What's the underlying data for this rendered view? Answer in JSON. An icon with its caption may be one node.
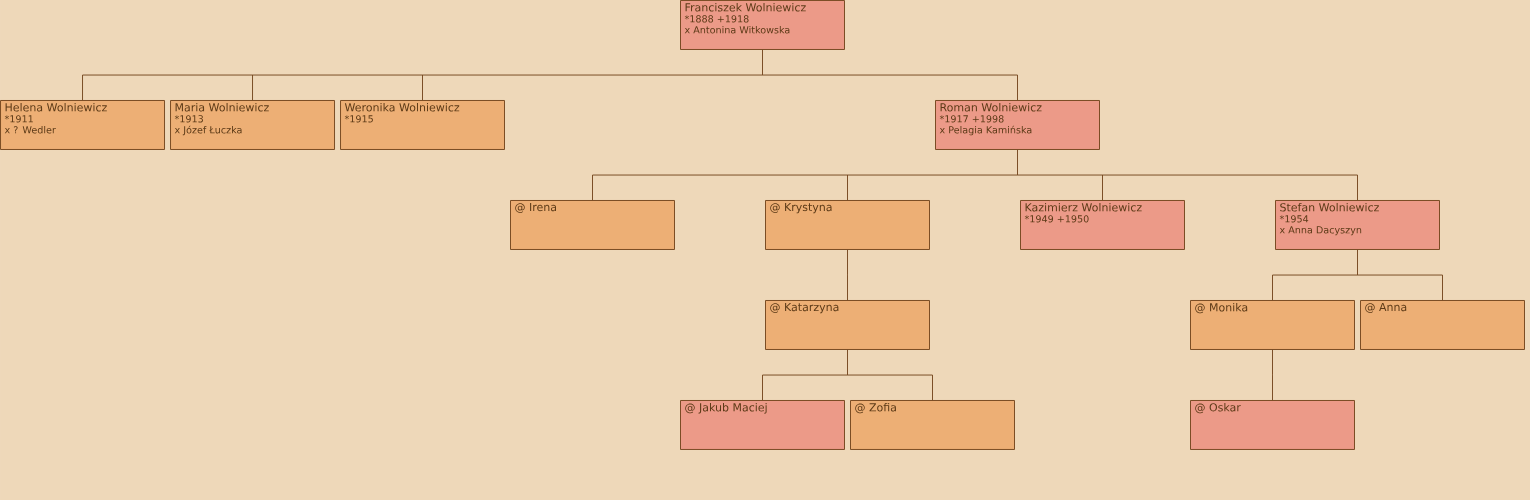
{
  "diagram": {
    "nodes": [
      {
        "text": [
          "Franciszek Wolniewicz",
          "*1888 +1918",
          "x Antonina Witkowska"
        ]
      },
      {
        "text": [
          "Helena Wolniewicz",
          "*1911",
          "x ? Wedler"
        ]
      },
      {
        "text": [
          "Maria Wolniewicz",
          "*1913",
          "x Józef Łuczka"
        ]
      },
      {
        "text": [
          "Weronika Wolniewicz",
          "*1915"
        ]
      },
      {
        "text": [
          "Roman Wolniewicz",
          "*1917 +1998",
          "x Pelagia Kamińska"
        ]
      },
      {
        "text": [
          "@ Irena"
        ]
      },
      {
        "text": [
          "@ Krystyna"
        ]
      },
      {
        "text": [
          "Kazimierz Wolniewicz",
          "*1949 +1950"
        ]
      },
      {
        "text": [
          "Stefan Wolniewicz",
          "*1954",
          "x Anna Dacyszyn"
        ]
      },
      {
        "text": [
          "@ Katarzyna"
        ]
      },
      {
        "text": [
          "@ Monika"
        ]
      },
      {
        "text": [
          "@ Anna"
        ]
      },
      {
        "text": [
          "@ Jakub Maciej"
        ]
      },
      {
        "text": [
          "@ Zofia"
        ]
      },
      {
        "text": [
          "@ Oskar"
        ]
      }
    ],
    "edges": [
      {
        "from": 0,
        "to": 1,
        "arrow": "none"
      },
      {
        "from": 0,
        "to": 2,
        "arrow": "none"
      },
      {
        "from": 0,
        "to": 3,
        "arrow": "none"
      },
      {
        "from": 0,
        "to": 4,
        "arrow": "none"
      },
      {
        "from": 4,
        "to": 5,
        "arrow": "none"
      },
      {
        "from": 4,
        "to": 6,
        "arrow": "none"
      },
      {
        "from": 4,
        "to": 7,
        "arrow": "none"
      },
      {
        "from": 4,
        "to": 8,
        "arrow": "none"
      },
      {
        "from": 6,
        "to": 9,
        "arrow": "none"
      },
      {
        "from": 8,
        "to": 10,
        "arrow": "none"
      },
      {
        "from": 8,
        "to": 11,
        "arrow": "none"
      },
      {
        "from": 9,
        "to": 12,
        "arrow": "none"
      },
      {
        "from": 9,
        "to": 13,
        "arrow": "none"
      },
      {
        "from": 10,
        "to": 14,
        "arrow": "none"
      }
    ]
  }
}
